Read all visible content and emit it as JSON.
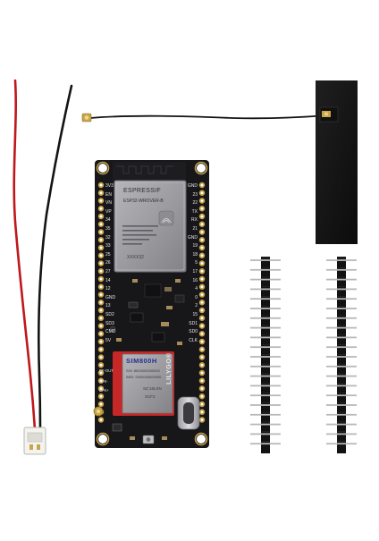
{
  "product": {
    "module_brand": "ESPRESSIF",
    "module_model": "ESP32-WROVER-B",
    "module_bottom_code": "XXXX32",
    "modem_name": "SIM800H",
    "modem_lines": [
      "S/N: 8600000000000",
      "IMEI: 0000000000000",
      "SZ:18LSN",
      "SCF2"
    ],
    "board_brand": "LILYGO®",
    "aux_label_1": "SPK-",
    "aux_label_2": "SPK+",
    "aux_label_3": "RF-OUT"
  },
  "left_pins": [
    "3V3",
    "EN",
    "VN",
    "VP",
    "34",
    "35",
    "32",
    "33",
    "25",
    "26",
    "27",
    "14",
    "12",
    "GND",
    "13",
    "SD2",
    "SD3",
    "CMD",
    "5V"
  ],
  "right_pins": [
    "GND",
    "23",
    "22",
    "TX",
    "RX",
    "21",
    "GND",
    "19",
    "18",
    "5",
    "17",
    "16",
    "4",
    "0",
    "2",
    "15",
    "SD1",
    "SD0",
    "CLK"
  ],
  "colors": {
    "pcb": "#17171a",
    "pin_gold": "#c9a44a",
    "shield": "#9a9a9f",
    "modem_red": "#c62828",
    "wire_red": "#c0171b",
    "wire_black": "#141414",
    "antenna": "#151515",
    "header_plastic": "#121212",
    "header_pin": "#b8b8bb"
  }
}
